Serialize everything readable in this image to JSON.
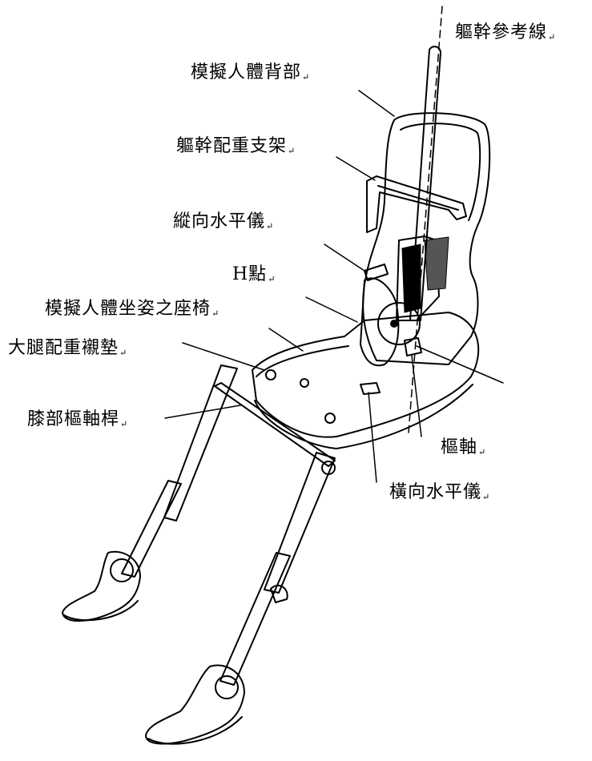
{
  "labels": {
    "torso_reference_line": "軀幹參考線",
    "manikin_back": "模擬人體背部",
    "torso_weight_bracket": "軀幹配重支架",
    "longitudinal_level": "縱向水平儀",
    "h_point": "H點",
    "manikin_seat_pan": "模擬人體坐姿之座椅",
    "thigh_weight_pad": "大腿配重襯墊",
    "knee_pivot_bar": "膝部樞軸桿",
    "pivot_axis": "樞軸",
    "transverse_level": "橫向水平儀"
  },
  "return_mark": "↵",
  "colors": {
    "ink": "#000000",
    "paper": "#ffffff"
  }
}
